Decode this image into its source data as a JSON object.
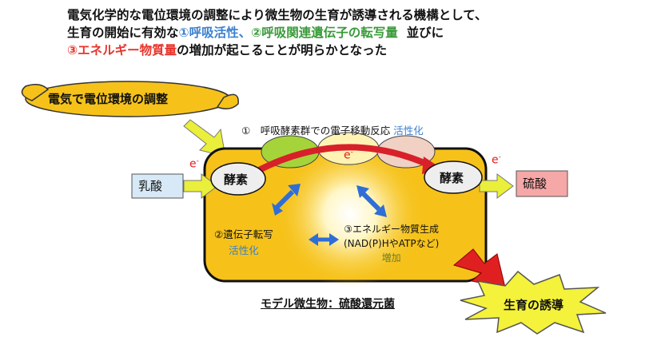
{
  "intro": {
    "line1": "電気化学的な電位環境の調整により微生物の生育が誘導される機構として、",
    "line2_a": "生育の開始に有効な",
    "line2_b": "①呼吸活性、",
    "line2_c": "②呼吸関連遺伝子の転写量",
    "line2_d": "並びに",
    "line3_a": "③エネルギー物質量",
    "line3_b": "の増加が起こることが明らかとなった"
  },
  "diagram": {
    "cloud_label": "電気で電位環境の調整",
    "step1_label": "①　呼吸酵素群での電子移動反応",
    "step1_activation": "活性化",
    "electron": "e",
    "electron_sup": "-",
    "lactate": "乳酸",
    "sulfate": "硫酸",
    "enzyme_left": "酵素",
    "enzyme_right": "酵素",
    "gene_line1": "②遺伝子転写",
    "gene_line2": "活性化",
    "energy_line1": "③エネルギー物質生成",
    "energy_line2": "(NAD(P)HやATPなど)",
    "energy_line3": "増加",
    "organism_caption": "モデル微生物：硫酸還元菌",
    "growth_label": "生育の誘導",
    "colors": {
      "cell_fill": "#f6c21a",
      "cell_border": "#111111",
      "lactate_fill": "#d7e9f6",
      "sulfate_fill": "#f6a7a7",
      "arrow_yellow": "#e9ef3a",
      "arrow_blue": "#2e6ed6",
      "arrow_red": "#e02020",
      "electron_red": "#e02020",
      "burst_fill": "#f4f23a"
    }
  }
}
